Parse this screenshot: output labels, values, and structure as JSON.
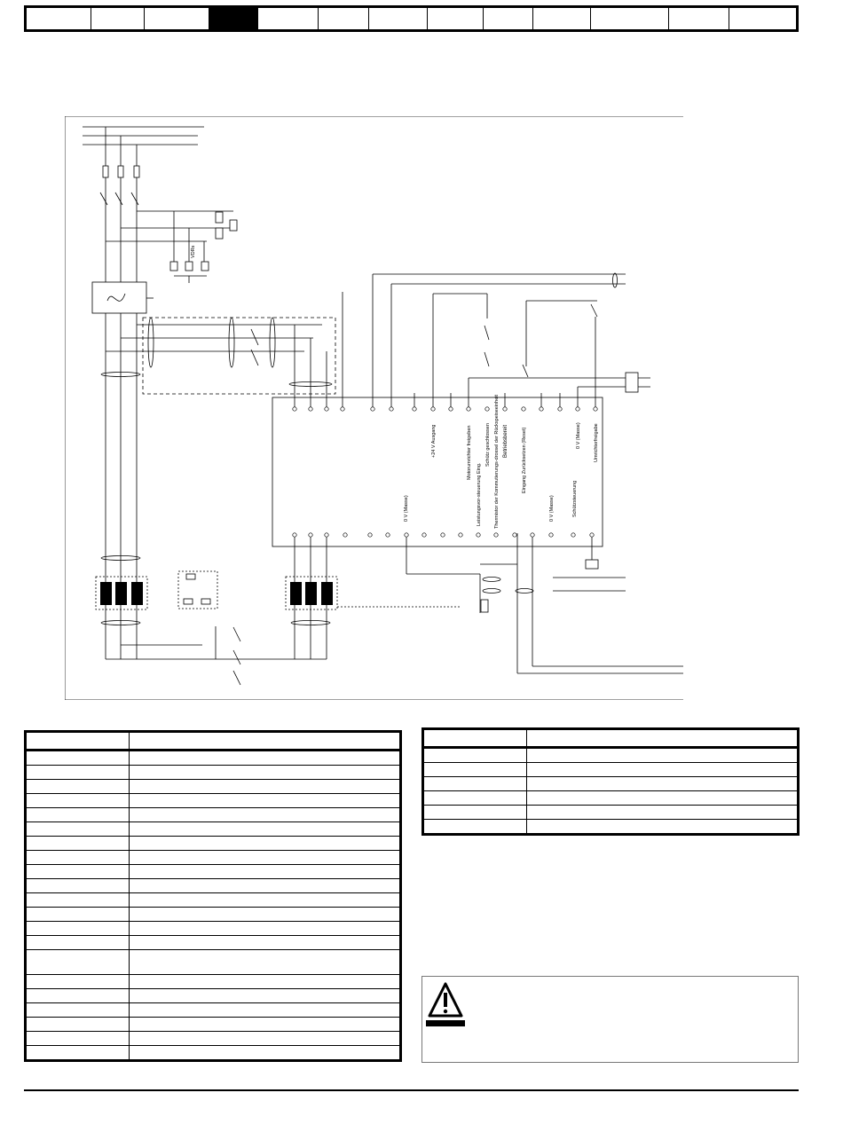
{
  "header": {
    "nav_cells": [
      {
        "active": false
      },
      {
        "active": false
      },
      {
        "active": false
      },
      {
        "active": true
      },
      {
        "active": false
      },
      {
        "active": false
      },
      {
        "active": false
      },
      {
        "active": false
      },
      {
        "active": false
      },
      {
        "active": false
      },
      {
        "active": false
      },
      {
        "active": false
      },
      {
        "active": false
      }
    ]
  },
  "diagram": {
    "vdr_label": "VDRs",
    "terminal_labels_top": [
      "+24 V Ausgang",
      "Motorumrichter freigeben",
      "Schütz geschlossen",
      "Betriebsbereit",
      "Eingang Zurücksetzen (Reset)",
      "0 V (Masse)",
      "Umrichterfreigabe"
    ],
    "terminal_labels_bottom": [
      "0 V (Masse)",
      "Leistungsvor-steuerung Eing.",
      "Thermistor der Kommutierungs-drossel der Rückspeiseeinheit",
      "0 V (Masse)",
      "Schützsteuerung"
    ]
  },
  "left_table": {
    "row_count": 22
  },
  "right_table": {
    "row_count": 7
  },
  "colors": {
    "ink": "#000000",
    "dashed_box": "#000000",
    "warning_frame": "#777777"
  },
  "icons": {
    "warning": "warning-triangle-icon"
  }
}
